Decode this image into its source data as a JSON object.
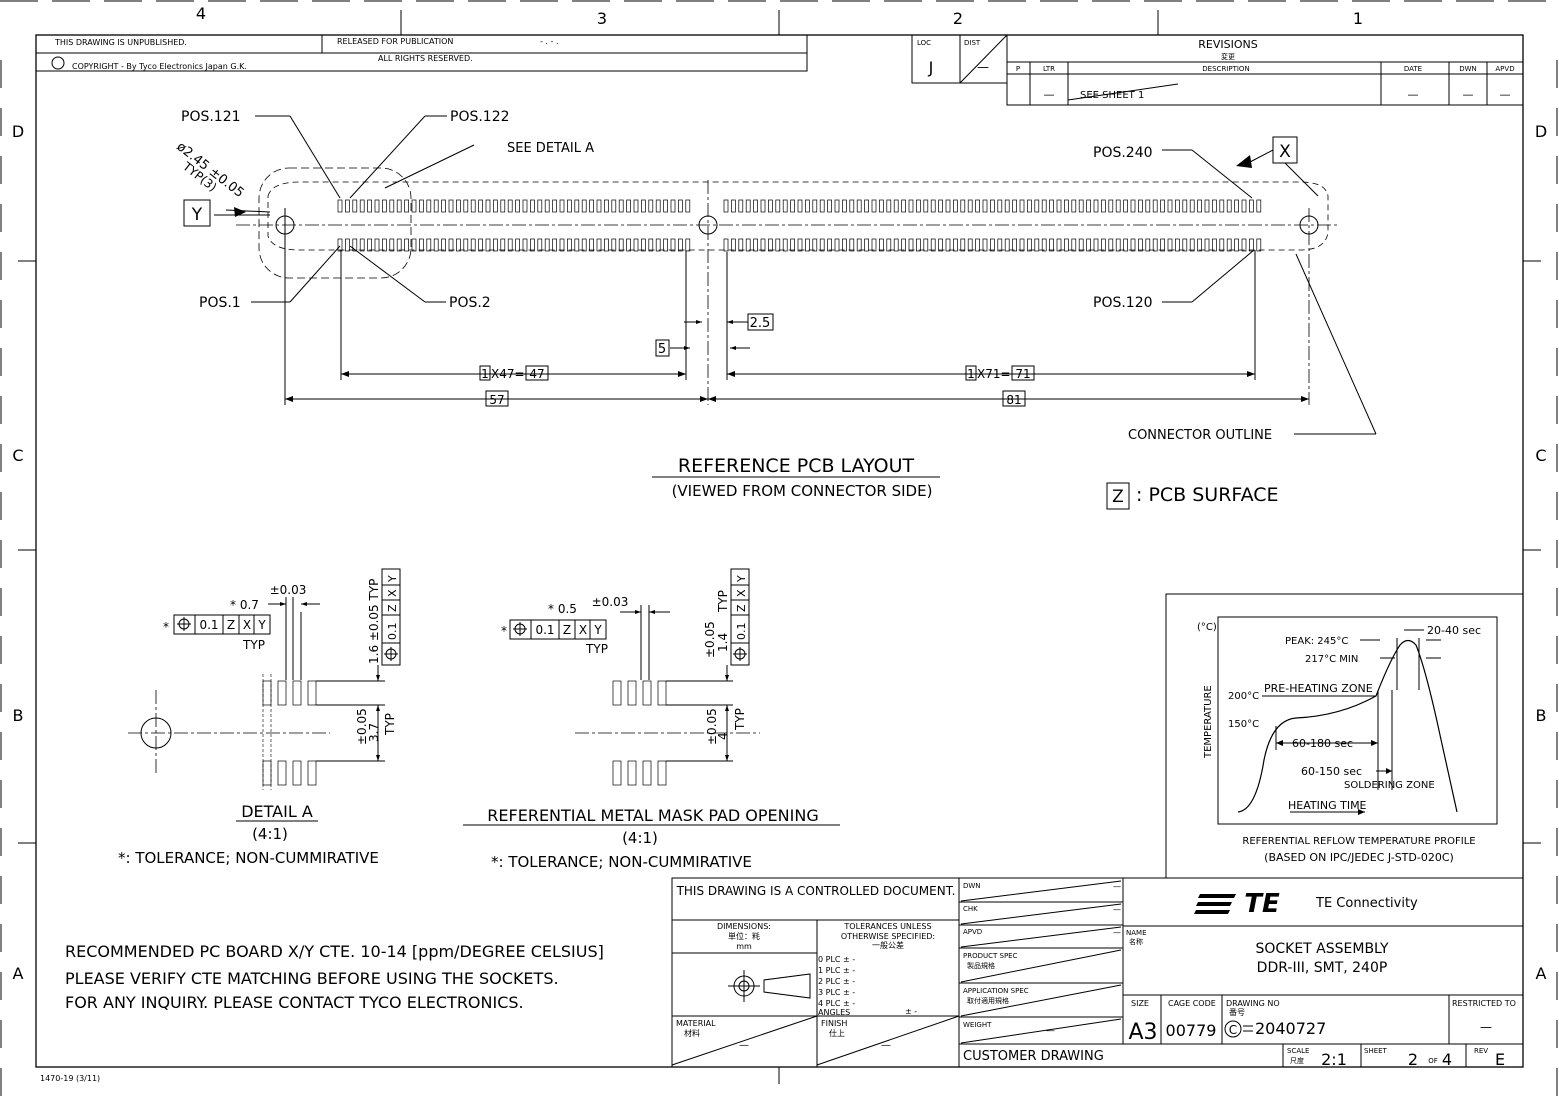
{
  "zones": {
    "top": [
      "4",
      "3",
      "2",
      "1"
    ],
    "side": [
      "D",
      "C",
      "B",
      "A"
    ]
  },
  "title_strip": {
    "unpublished": "THIS DRAWING IS UNPUBLISHED.",
    "released": "RELEASED FOR PUBLICATION",
    "release_date": "- . -   .",
    "copyright": "COPYRIGHT  -    By Tyco Electronics Japan G.K.",
    "rights": "ALL RIGHTS RESERVED."
  },
  "revisions": {
    "loc_label": "LOC",
    "loc": "J",
    "dist_label": "DIST",
    "dist": "—",
    "title": "REVISIONS",
    "title_jp": "変更",
    "headers": [
      "P",
      "LTR",
      "DESCRIPTION",
      "DATE",
      "DWN",
      "APVD"
    ],
    "row": [
      "",
      "—",
      "SEE SHEET 1",
      "—",
      "—",
      "—"
    ]
  },
  "pcb": {
    "pos121": "POS.121",
    "pos122": "POS.122",
    "see_detail": "SEE DETAIL A",
    "pos240": "POS.240",
    "pos1": "POS.1",
    "pos2": "POS.2",
    "pos120": "POS.120",
    "hole_dia": "ø2.45 ±0.05",
    "hole_typ": "TYP(3)",
    "datum_x": "X",
    "datum_y": "Y",
    "datum_z": "Z",
    "dim_25": "2.5",
    "dim_5": "5",
    "dim_1a": "1",
    "dim_x47": "X47=",
    "dim_47": "47",
    "dim_1b": "1",
    "dim_x71": "X71=",
    "dim_71": "71",
    "dim_57": "57",
    "dim_81": "81",
    "connector_outline": "CONNECTOR OUTLINE",
    "title": "REFERENCE PCB LAYOUT",
    "subtitle": "(VIEWED FROM CONNECTOR SIDE)",
    "pcb_surface": ": PCB SURFACE"
  },
  "detail_a": {
    "tol_003": "±0.03",
    "dim_07": "* 0.7",
    "fcf_star": "*",
    "fcf_tol": "0.1",
    "fcf_z": "Z",
    "fcf_x": "X",
    "fcf_y": "Y",
    "typ": "TYP",
    "vdim_16": "1.6 ±0.05 TYP",
    "vfcf_tol": "0.1",
    "vdim_37": "3.7",
    "vdim_37_tol": "±0.05",
    "vdim_37_typ": "TYP",
    "title": "DETAIL A",
    "scale": "(4:1)",
    "note": "*: TOLERANCE; NON-CUMMIRATIVE"
  },
  "mask": {
    "tol_003": "±0.03",
    "dim_05": "* 0.5",
    "fcf_star": "*",
    "fcf_tol": "0.1",
    "fcf_z": "Z",
    "fcf_x": "X",
    "fcf_y": "Y",
    "typ": "TYP",
    "vdim_14": "1.4",
    "vdim_14_tol": "±0.05",
    "vdim_14_typ": "TYP",
    "vfcf_tol": "0.1",
    "vdim_4": "4",
    "vdim_4_tol": "±0.05",
    "vdim_4_typ": "TYP",
    "title": "REFERENTIAL METAL MASK PAD OPENING",
    "scale": "(4:1)",
    "note": "*: TOLERANCE; NON-CUMMIRATIVE"
  },
  "reflow": {
    "unit": "(°C)",
    "ylabel": "TEMPERATURE",
    "peak": "PEAK: 245°C",
    "min217": "217°C MIN",
    "t200": "200°C",
    "t150": "150°C",
    "preheat": "PRE-HEATING ZONE",
    "range_2040": "20-40 sec",
    "range_60180": "60-180 sec",
    "range_60150": "60-150 sec",
    "soldering": "SOLDERING ZONE",
    "xlabel": "HEATING TIME",
    "title": "REFERENTIAL REFLOW TEMPERATURE PROFILE",
    "basis": "(BASED ON IPC/JEDEC J-STD-020C)"
  },
  "notes": [
    "RECOMMENDED PC BOARD X/Y CTE. 10-14 [ppm/DEGREE CELSIUS]",
    "PLEASE VERIFY CTE MATCHING BEFORE USING THE SOCKETS.",
    "FOR ANY INQUIRY. PLEASE CONTACT TYCO ELECTRONICS."
  ],
  "title_block": {
    "controlled": "THIS DRAWING IS A CONTROLLED DOCUMENT.",
    "dimensions": "DIMENSIONS:",
    "dimensions_jp": "単位：粍",
    "dimensions_unit": "mm",
    "tolerances": "TOLERANCES UNLESS",
    "tolerances2": "OTHERWISE SPECIFIED:",
    "tolerances_jp": "一般公差",
    "plc": [
      "0  PLC       ± -",
      "1  PLC       ± -",
      "2  PLC       ± -",
      "3  PLC       ± -",
      "4  PLC       ± -"
    ],
    "angles": "ANGLES",
    "angles_val": "± -",
    "material": "MATERIAL",
    "material_jp": "材料",
    "material_val": "—",
    "finish": "FINISH",
    "finish_jp": "仕上",
    "finish_val": "—",
    "dwn": "DWN",
    "chk": "CHK",
    "apvd": "APVD",
    "product_spec": "PRODUCT SPEC",
    "product_spec_jp": "製品規格",
    "application_spec": "APPLICATION SPEC",
    "application_spec_jp": "取付適用規格",
    "weight": "WEIGHT",
    "dash": "—",
    "company": "TE Connectivity",
    "logo": "TE",
    "name_label": "NAME",
    "name_jp": "名称",
    "name_line1": "SOCKET ASSEMBLY",
    "name_line2": "DDR-III, SMT, 240P",
    "size_label": "SIZE",
    "size": "A3",
    "cage_label": "CAGE CODE",
    "cage": "00779",
    "dwg_label": "DRAWING NO",
    "dwg_jp": "番号",
    "dwg_prefix": "C",
    "dwg_no": "2040727",
    "restricted": "RESTRICTED TO",
    "restricted_val": "—",
    "customer_drawing": "CUSTOMER DRAWING",
    "scale_label": "SCALE",
    "scale_jp": "尺度",
    "scale": "2:1",
    "sheet_label": "SHEET",
    "sheet": "2",
    "of_label": "OF",
    "sheets": "4",
    "rev_label": "REV",
    "rev": "E"
  },
  "form_no": "1470-19  (3/11)"
}
